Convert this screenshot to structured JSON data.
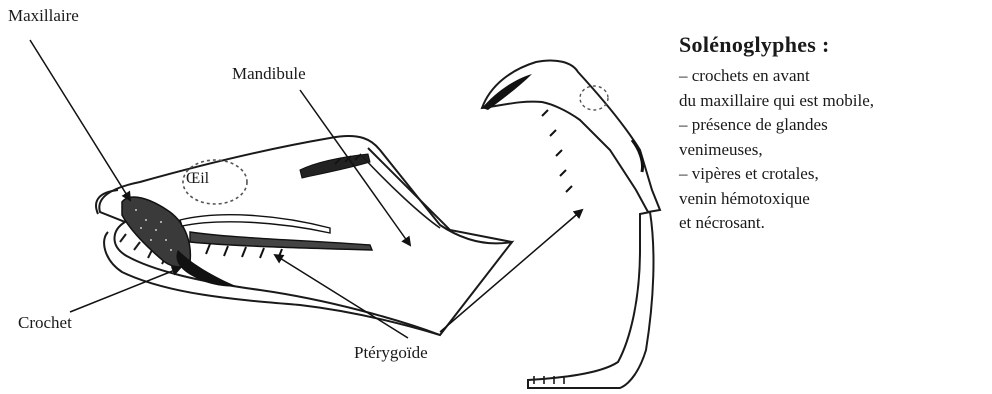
{
  "labels": {
    "maxillaire": "Maxillaire",
    "mandibule": "Mandibule",
    "oeil": "Œil",
    "crochet": "Crochet",
    "pterygoide": "Ptérygoïde"
  },
  "info": {
    "title": "Solénoglyphes :",
    "lines": [
      "– crochets en avant",
      "du maxillaire qui est mobile,",
      "– présence de glandes",
      "venimeuses,",
      "– vipères et crotales,",
      "venin hémotoxique",
      "et nécrosant."
    ]
  }
}
